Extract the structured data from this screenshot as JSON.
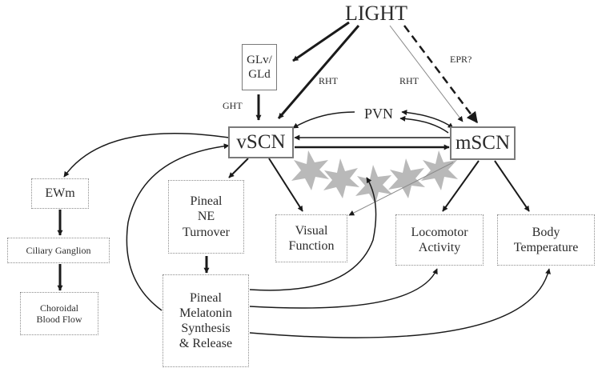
{
  "nodes": {
    "light": "LIGHT",
    "gl": [
      "GLv/",
      "GLd"
    ],
    "pvn": "PVN",
    "vscn": "vSCN",
    "mscn": "mSCN",
    "ewm": "EWm",
    "ciliary": "Ciliary Ganglion",
    "choroidal": [
      "Choroidal",
      "Blood Flow"
    ],
    "pineal_ne": [
      "Pineal",
      "NE",
      "Turnover"
    ],
    "pineal_mel": [
      "Pineal",
      "Melatonin",
      "Synthesis",
      "& Release"
    ],
    "visual": [
      "Visual",
      "Function"
    ],
    "locomotor": [
      "Locomotor",
      "Activity"
    ],
    "body_temp": [
      "Body",
      "Temperature"
    ]
  },
  "edge_labels": {
    "rht_left": "RHT",
    "rht_right": "RHT",
    "epr": "EPR?",
    "ght": "GHT"
  },
  "colors": {
    "line": "#1a1a1a",
    "thin_line": "#8a8a8a",
    "star_fill": "#b9b9b9",
    "box_border": "#7a7a7a"
  }
}
